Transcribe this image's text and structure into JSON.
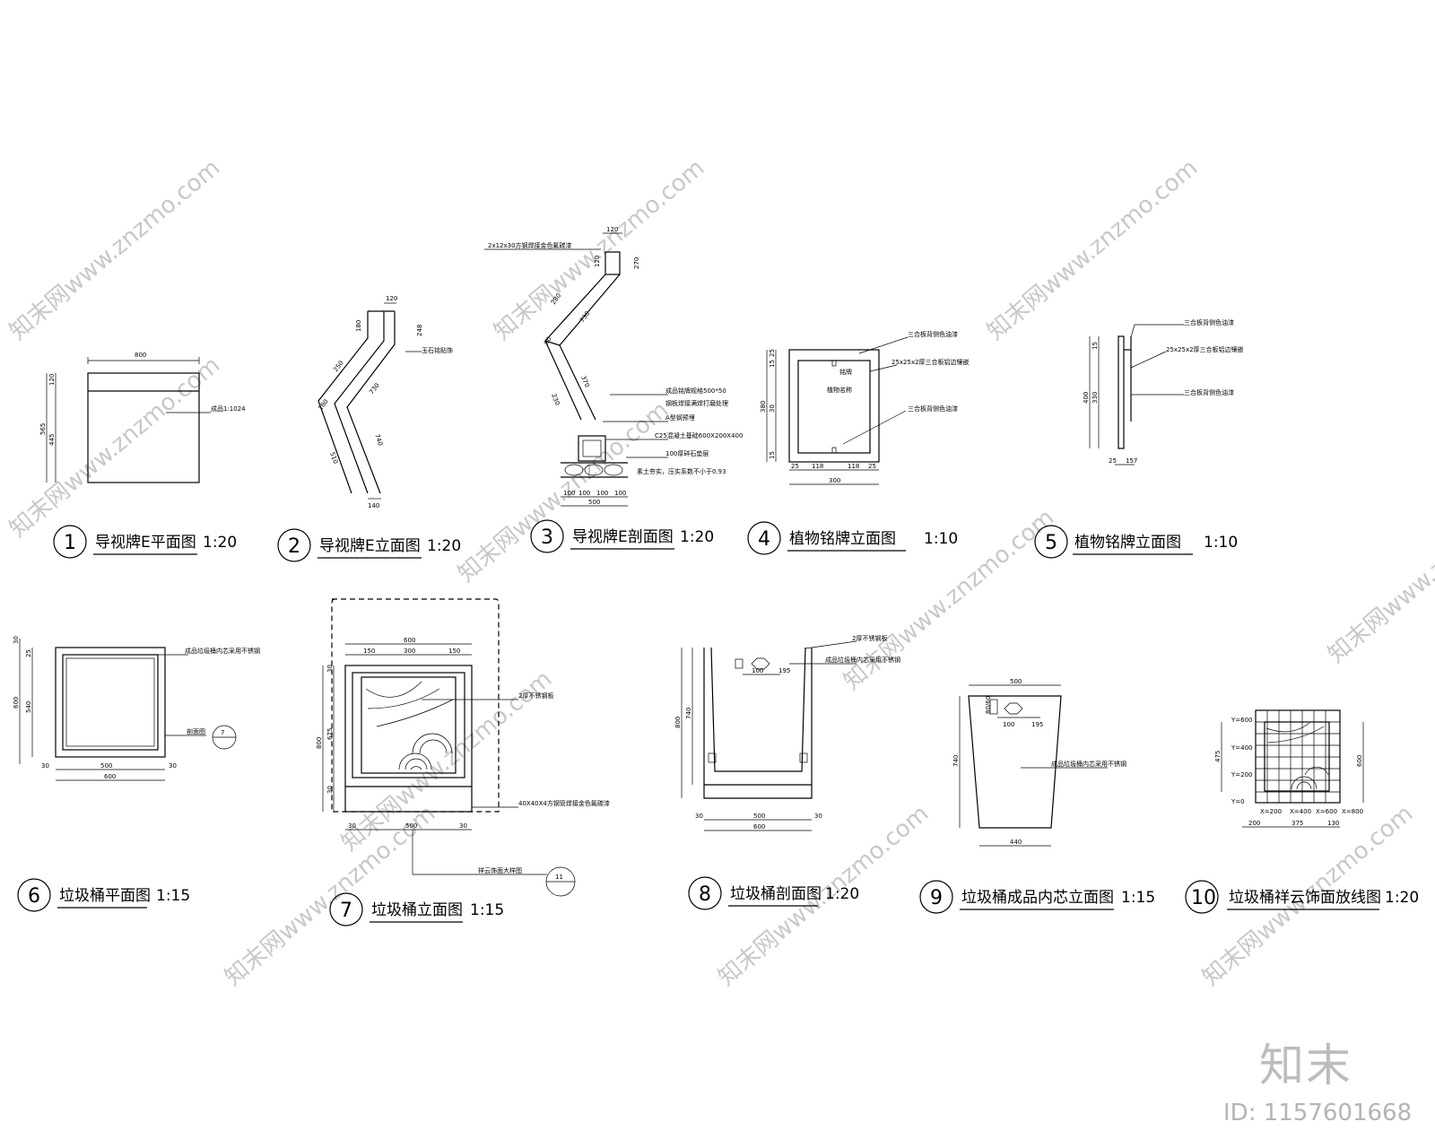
{
  "drawings": [
    {
      "num": "1",
      "title": "导视牌E平面图",
      "scale": "1:20"
    },
    {
      "num": "2",
      "title": "导视牌E立面图",
      "scale": "1:20"
    },
    {
      "num": "3",
      "title": "导视牌E剖面图",
      "scale": "1:20"
    },
    {
      "num": "4",
      "title": "植物铭牌立面图",
      "scale": "1:10"
    },
    {
      "num": "5",
      "title": "植物铭牌立面图",
      "scale": "1:10"
    },
    {
      "num": "6",
      "title": "垃圾桶平面图",
      "scale": "1:15"
    },
    {
      "num": "7",
      "title": "垃圾桶立面图",
      "scale": "1:15"
    },
    {
      "num": "8",
      "title": "垃圾桶剖面图",
      "scale": "1:20"
    },
    {
      "num": "9",
      "title": "垃圾桶成品内芯立面图",
      "scale": "1:15"
    },
    {
      "num": "10",
      "title": "垃圾桶祥云饰面放线图",
      "scale": "1:20"
    }
  ],
  "detail_ref": {
    "label": "祥云饰面大样图",
    "num": "11"
  },
  "section_ref": {
    "num": "7"
  },
  "d1": {
    "w": "800",
    "h_total": "565",
    "h_top": "120",
    "h_bot": "445",
    "note": "成品1:1024"
  },
  "d2": {
    "top_w": "120",
    "h1": "180",
    "h2": "248",
    "d1": "250",
    "d2": "730",
    "d3": "180",
    "d4": "510",
    "d5": "740",
    "bottom_w": "140",
    "note": "玉石铭贴饰"
  },
  "d3": {
    "top_w": "120",
    "h_top": "120",
    "h_right": "270",
    "d1": "280",
    "d2": "730",
    "d3": "370",
    "d4": "230",
    "d5": "90",
    "note_top": "2x12x30方钢焊接金色氟碳漆",
    "note1": "成品铭牌规格500*50",
    "note2": "钢板焊接满焊打磨处理",
    "note3": "A型钢预埋",
    "note4": "C25混凝土基础600X200X400",
    "note5": "100厚碎石垫层",
    "note6": "素土夯实，压实系数不小于0.93",
    "base": [
      "100",
      "100",
      "100",
      "100"
    ],
    "base_total": "500"
  },
  "d4": {
    "h_total": "380",
    "h_a": "25",
    "h_b": "15",
    "h_c": "30",
    "h_d": "15",
    "w_total": "300",
    "w_parts": [
      "25",
      "118",
      "118",
      "25"
    ],
    "note1": "三合板背侧色油漆",
    "note2": "25x25x2厚三合板铝边镶嵌",
    "note3": "三合板背侧色油漆",
    "label1": "铭牌",
    "label2": "植物名称"
  },
  "d5": {
    "h_total": "400",
    "h_a": "15",
    "h_b": "330",
    "w_a": "25",
    "w_b": "157",
    "note1": "三合板背侧色油漆",
    "note2": "25x25x2厚三合板铝边镶嵌",
    "note3": "三合板背侧色油漆"
  },
  "d6": {
    "h_total": "600",
    "h_in": "540",
    "h_a": "30",
    "h_b": "25",
    "w_total": "600",
    "w_in": "500",
    "w_side": "30",
    "note": "成品垃圾桶内芯采用不锈钢",
    "sec": "剖面图"
  },
  "d7": {
    "w_total": "600",
    "w_parts": [
      "150",
      "300",
      "150"
    ],
    "h_total": "800",
    "h_a": "30",
    "h_b": "675",
    "h_c": "30",
    "w_bottom": [
      "30",
      "500",
      "30"
    ],
    "note1": "2厚不锈钢板",
    "note2": "40X40X4方钢管焊接金色氟碳漆"
  },
  "d8": {
    "w_total": "600",
    "w_in": "500",
    "w_side": "30",
    "h_total": "800",
    "h_in": "740",
    "dim_a": "100",
    "dim_b": "195",
    "note1": "2厚不锈钢板",
    "note2": "成品垃圾桶内芯采用不锈钢"
  },
  "d9": {
    "w_top": "500",
    "w_bottom": "440",
    "h": "740",
    "dim_a": "100",
    "dim_b": "195",
    "dim_c": "80/60",
    "note": "成品垃圾桶内芯采用不锈钢"
  },
  "d10": {
    "y_labels": [
      "Y=600",
      "Y=400",
      "Y=200",
      "Y=0"
    ],
    "x_labels": [
      "X=200",
      "X=400",
      "X=600",
      "X=800"
    ],
    "h_total": "600",
    "h_in": "475",
    "w_parts": [
      "200",
      "375",
      "130"
    ]
  },
  "watermark": "知末网www.znzmo.com",
  "brand": "知末",
  "doc_id": "ID: 1157601668"
}
